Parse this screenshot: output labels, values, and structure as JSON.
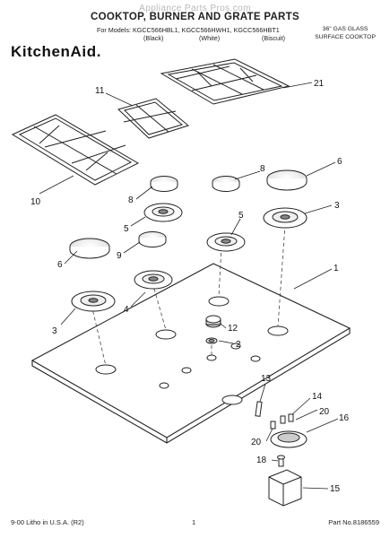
{
  "header": {
    "watermark": "Appliance Parts Pros.com",
    "title": "COOKTOP, BURNER AND GRATE PARTS",
    "models_line": "For Models: KGCC566HBL1, KGCC566HWH1, KGCC566HBT1",
    "color_labels": [
      "(Black)",
      "(White)",
      "(Biscuit)"
    ],
    "description_line1": "36\" GAS GLASS",
    "description_line2": "SURFACE COOKTOP",
    "brand": "KitchenAid."
  },
  "callouts": [
    "1",
    "2",
    "3",
    "3",
    "4",
    "5",
    "5",
    "6",
    "6",
    "8",
    "8",
    "9",
    "10",
    "11",
    "12",
    "13",
    "14",
    "15",
    "16",
    "18",
    "20",
    "20",
    "21"
  ],
  "footer": {
    "left": "9-00 Litho in U.S.A. (R2)",
    "center": "1",
    "right": "Part No.8186559"
  }
}
